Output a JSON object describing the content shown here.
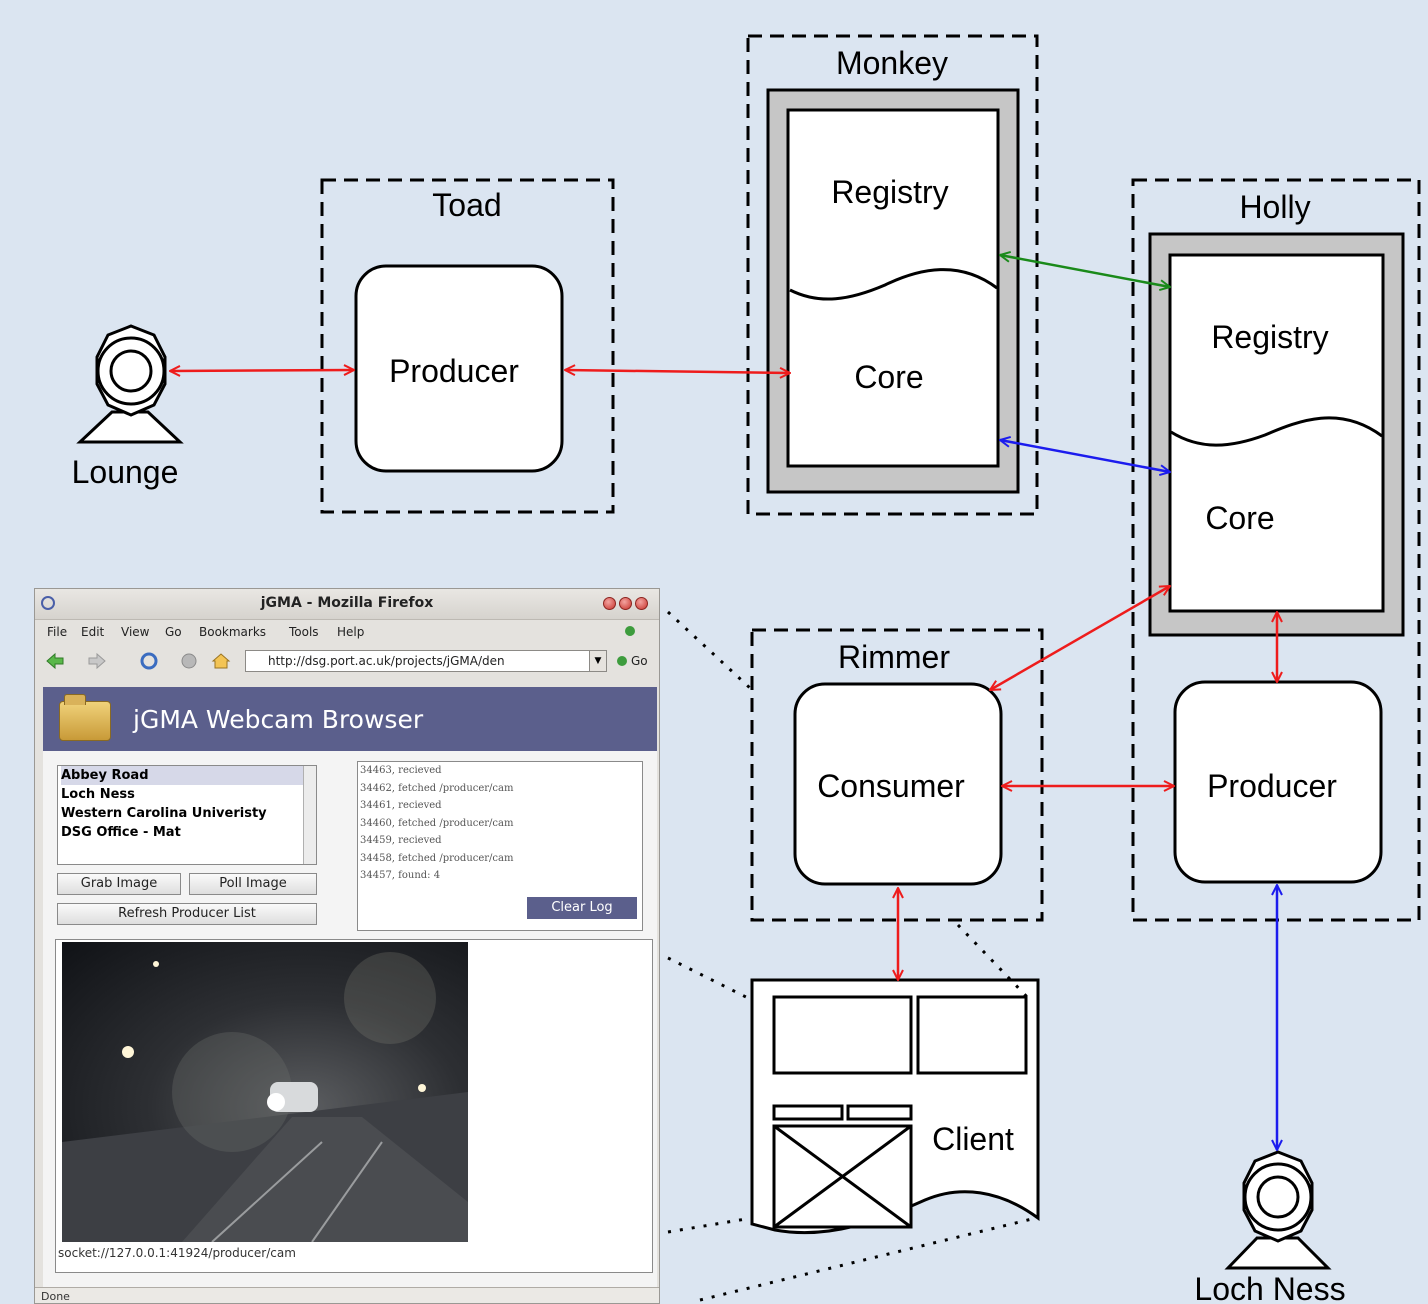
{
  "diagram": {
    "webcams": {
      "left": "Lounge",
      "right": "Loch Ness"
    },
    "hosts": {
      "toad": "Toad",
      "monkey": "Monkey",
      "holly": "Holly",
      "rimmer": "Rimmer"
    },
    "components": {
      "toad_producer": "Producer",
      "monkey_registry": "Registry",
      "monkey_core": "Core",
      "holly_registry": "Registry",
      "holly_core": "Core",
      "holly_producer": "Producer",
      "rimmer_consumer": "Consumer",
      "client": "Client"
    },
    "colors": {
      "background": "#dbe5f1",
      "arrow_red": "#ee1c1c",
      "arrow_green": "#1a8a1a",
      "arrow_blue": "#1c1cee",
      "core_frame": "#c6c6c6"
    }
  },
  "browser": {
    "window_title": "jGMA - Mozilla Firefox",
    "menu": [
      "File",
      "Edit",
      "View",
      "Go",
      "Bookmarks",
      "Tools",
      "Help"
    ],
    "url": "http://dsg.port.ac.uk/projects/jGMA/den",
    "go_label": "Go",
    "app_title": "jGMA Webcam Browser",
    "producers": [
      "Abbey Road",
      "Loch Ness",
      "Western Carolina Univeristy",
      "DSG Office - Mat"
    ],
    "buttons": {
      "grab": "Grab Image",
      "poll": "Poll Image",
      "refresh": "Refresh Producer List",
      "clear_log": "Clear Log"
    },
    "log": [
      "34463, recieved",
      "34462, fetched /producer/cam",
      "34461, recieved",
      "34460, fetched /producer/cam",
      "34459, recieved",
      "34458, fetched /producer/cam",
      "34457, found: 4"
    ],
    "image_url": "socket://127.0.0.1:41924/producer/cam",
    "status": "Done"
  }
}
